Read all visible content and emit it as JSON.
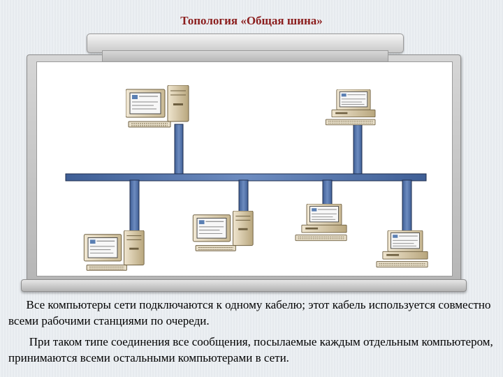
{
  "slide": {
    "title": "Топология «Общая шина»",
    "paragraph_1": "      Все компьютеры сети подключаются к одному кабелю; этот кабель используется совместно всеми рабочими станциями по очереди.",
    "paragraph_2": "       При таком типе соединения все сообщения, посылаемые каждым отдельным компьютером, принимаются всеми остальными компьютерами в сети."
  },
  "diagram": {
    "topology": "bus",
    "connected_computers": 6,
    "colors": {
      "bus_cable": "#4e6fa6",
      "cable_outline": "#1f2e4e",
      "computer_case": "#e4d8c0",
      "screen": "#f5f5f5",
      "board_accent": "#2b7a3a"
    }
  }
}
